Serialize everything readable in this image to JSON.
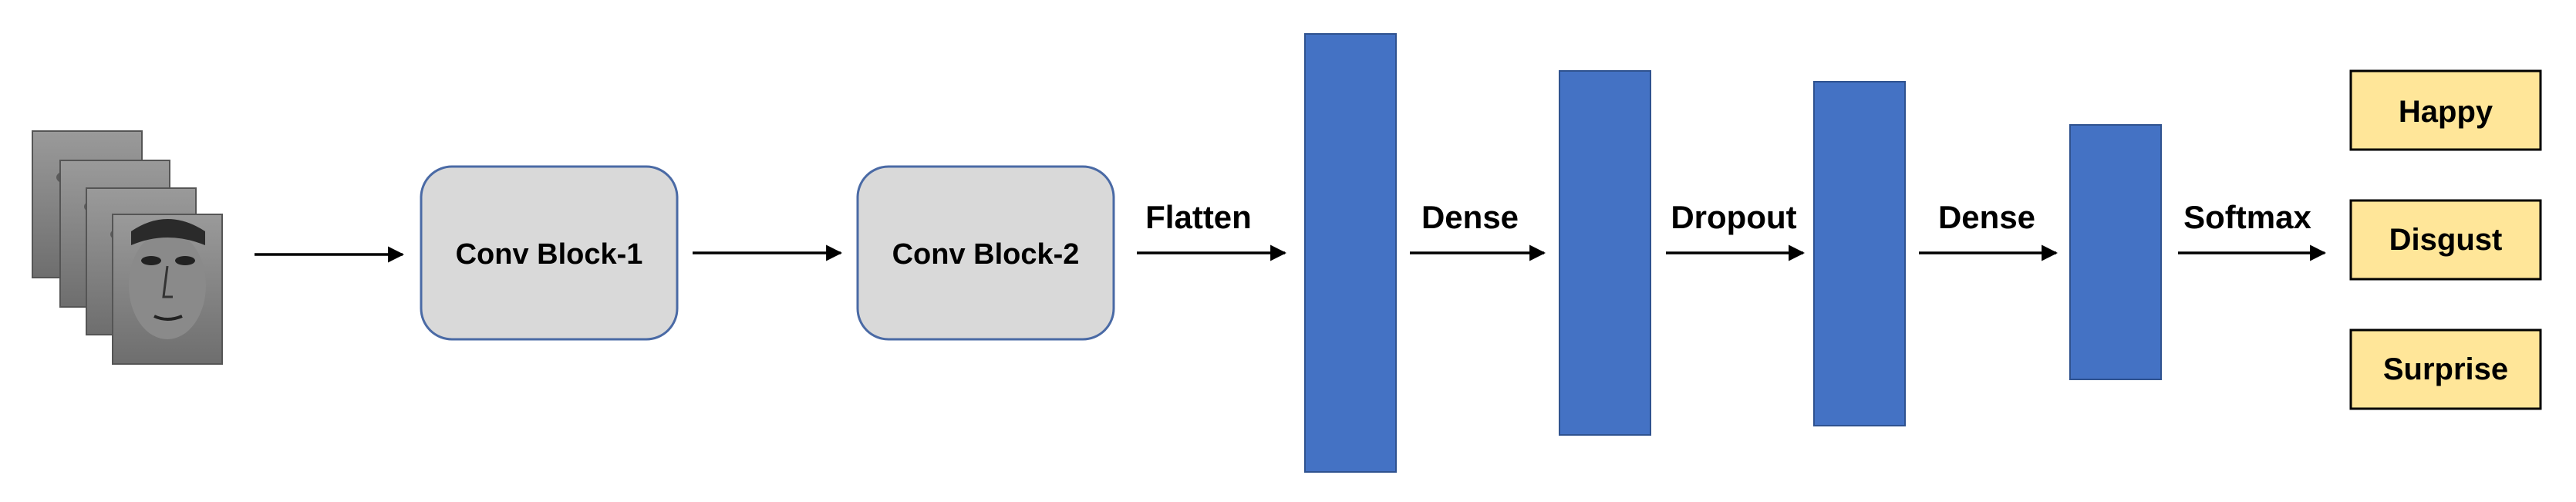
{
  "diagram": {
    "input": {
      "icon": "face-image-stack-icon",
      "frame_count": 4
    },
    "blocks": [
      {
        "label": "Conv Block-1"
      },
      {
        "label": "Conv Block-2"
      }
    ],
    "edges": {
      "flatten": "Flatten",
      "dense_1": "Dense",
      "dropout": "Dropout",
      "dense_2": "Dense",
      "softmax": "Softmax"
    },
    "outputs": [
      {
        "label": "Happy"
      },
      {
        "label": "Disgust"
      },
      {
        "label": "Surprise"
      }
    ],
    "colors": {
      "conv_block_fill": "#d9d9d9",
      "conv_block_border": "#4a6aa5",
      "layer_fill": "#4472c4",
      "output_fill": "#ffe699"
    }
  }
}
